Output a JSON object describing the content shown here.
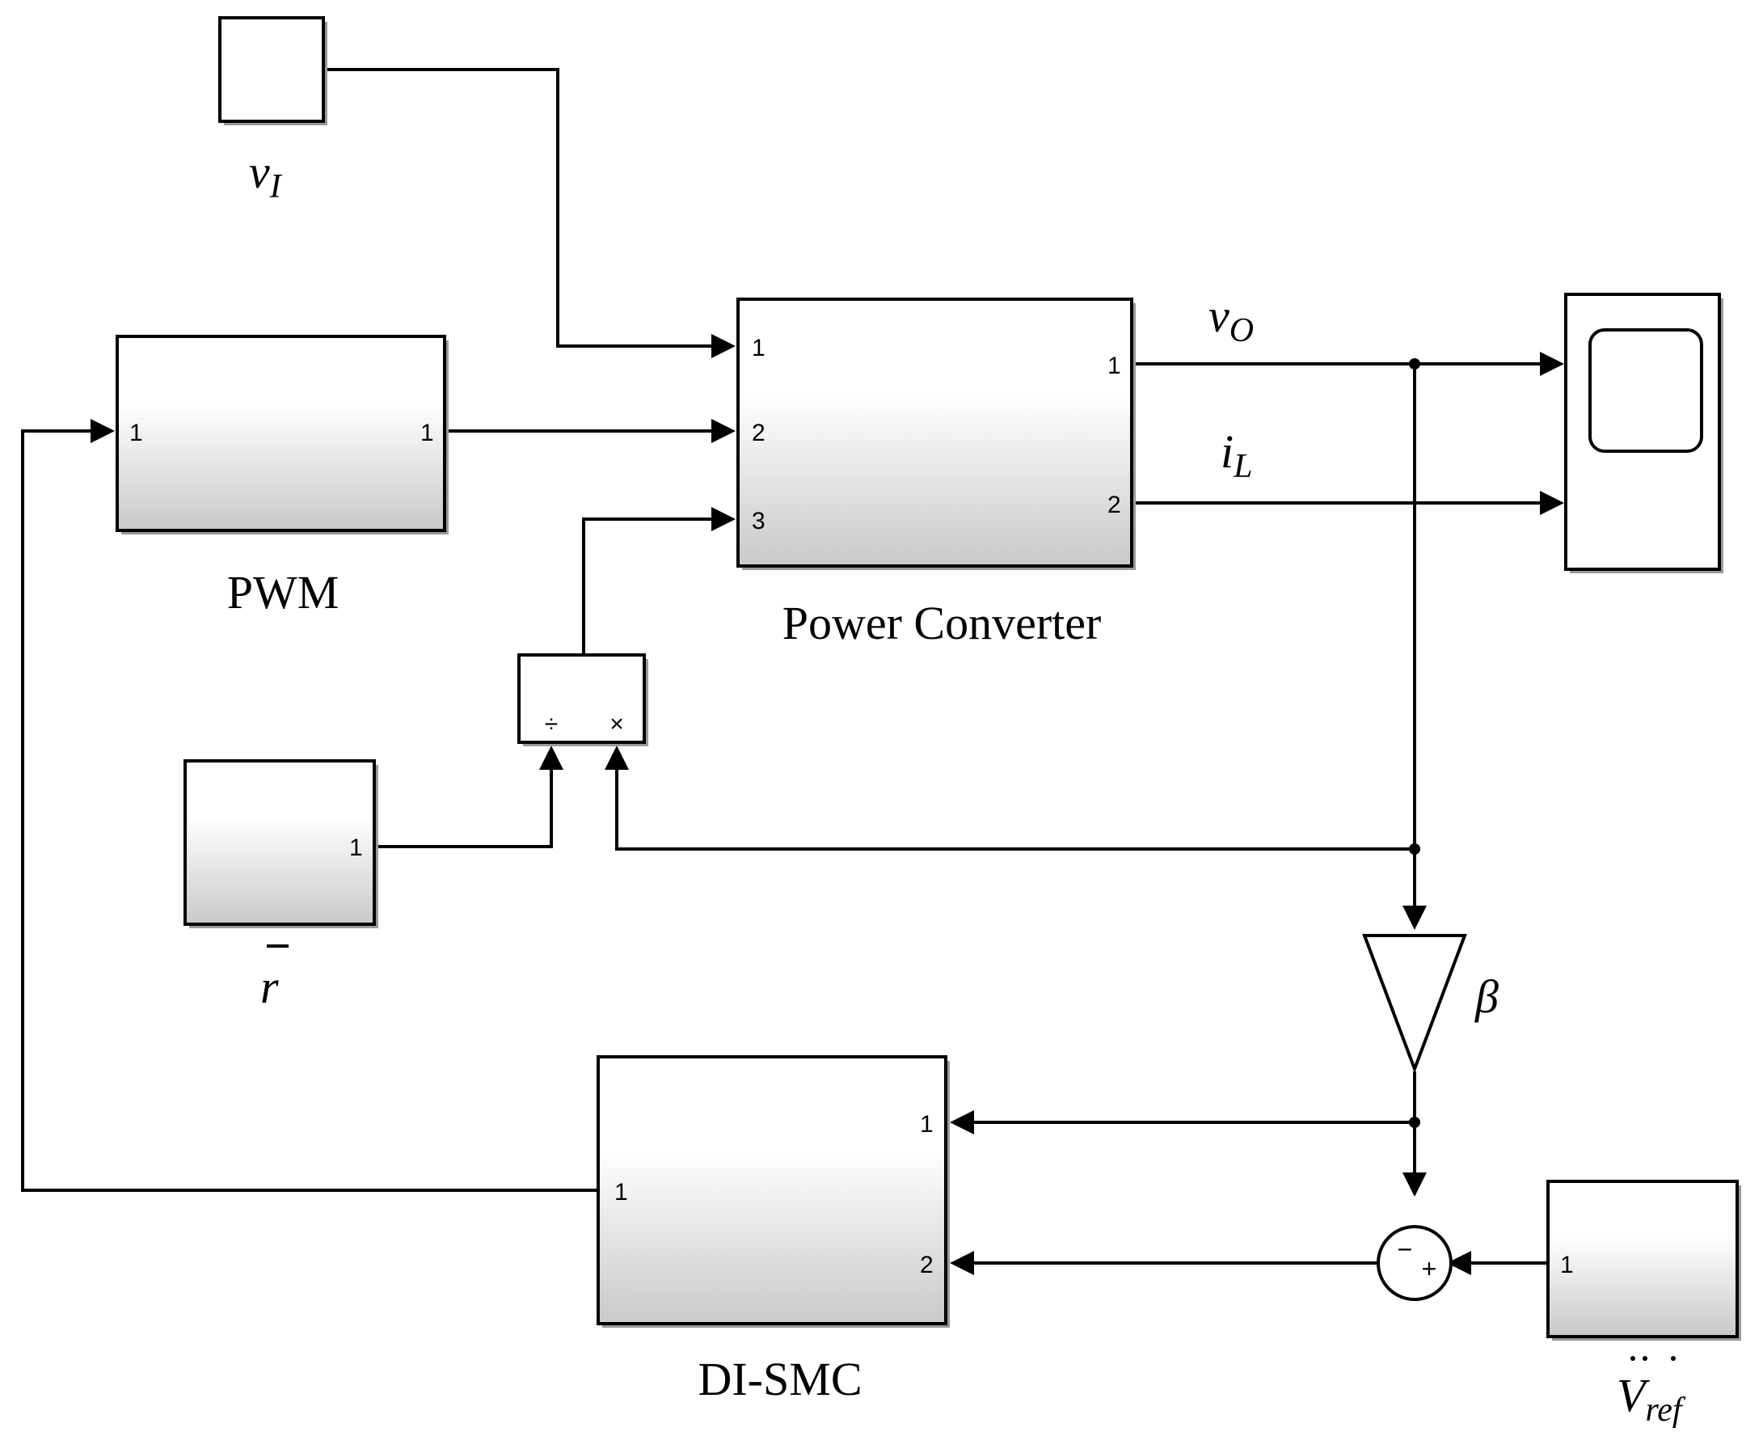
{
  "blocks": {
    "vi": {
      "label": "v",
      "label_sub": "I"
    },
    "pwm": {
      "label": "PWM",
      "in_port": "1",
      "out_port": "1"
    },
    "power_converter": {
      "label": "Power Converter",
      "in_ports": [
        "1",
        "2",
        "3"
      ],
      "out_ports": [
        "1",
        "2"
      ]
    },
    "scope": {
      "label": ""
    },
    "divide": {
      "in_ports": [
        "÷",
        "×"
      ]
    },
    "r_bar": {
      "label": "r",
      "out_port": "1"
    },
    "gain": {
      "label": "β"
    },
    "di_smc": {
      "label": "DI-SMC",
      "in_ports": [
        "1",
        "2"
      ],
      "out_port": "1"
    },
    "sum": {
      "signs": [
        "−",
        "+"
      ]
    },
    "v_ref": {
      "label": "V",
      "label_sub": "ref",
      "out_port": "1"
    }
  },
  "signals": {
    "vo": {
      "label": "v",
      "label_sub": "O"
    },
    "il": {
      "label": "i",
      "label_sub": "L"
    }
  }
}
